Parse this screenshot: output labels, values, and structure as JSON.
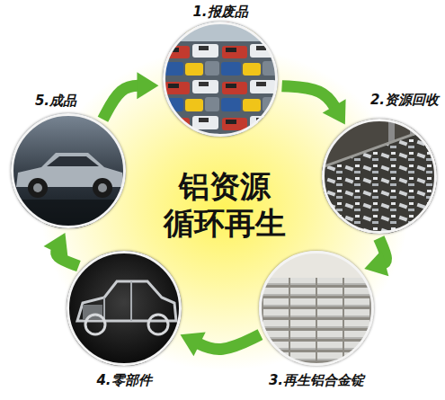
{
  "diagram": {
    "title": "铝资源 循环再生",
    "nodes": [
      {
        "text": [
          "1.报废品"
        ]
      },
      {
        "text": [
          "2.资源回收"
        ]
      },
      {
        "text": [
          "3.再生铝合金锭"
        ]
      },
      {
        "text": [
          "4.零部件"
        ]
      },
      {
        "text": [
          "5.成品"
        ]
      }
    ],
    "edges": [
      {
        "from": 0,
        "to": 1,
        "arrow": "to"
      },
      {
        "from": 1,
        "to": 2,
        "arrow": "to"
      },
      {
        "from": 2,
        "to": 3,
        "arrow": "to"
      },
      {
        "from": 3,
        "to": 4,
        "arrow": "to"
      },
      {
        "from": 4,
        "to": 0,
        "arrow": "to"
      }
    ]
  }
}
